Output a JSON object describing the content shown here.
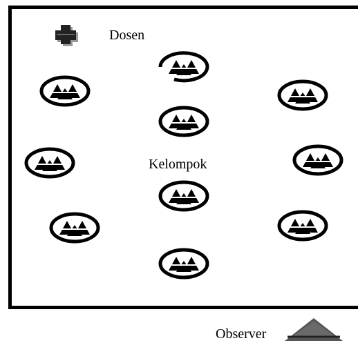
{
  "labels": {
    "dosen": "Dosen",
    "kelompok": "Kelompok",
    "observer": "Observer"
  },
  "icons": {
    "dosen": "lecturer-desk-icon",
    "group": "group-table-icon",
    "observer": "observer-triangle-icon"
  },
  "colors": {
    "ink": "#000000",
    "background": "#ffffff",
    "observer_fill": "#555555"
  }
}
